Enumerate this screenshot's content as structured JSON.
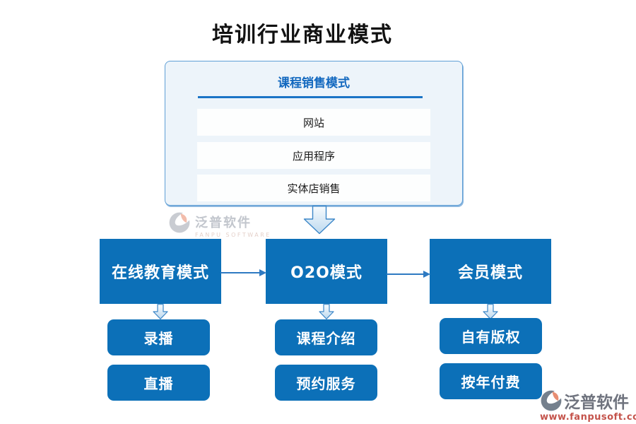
{
  "title": "培训行业商业模式",
  "top_panel": {
    "header": "课程销售模式",
    "items": [
      "网站",
      "应用程序",
      "实体店销售"
    ]
  },
  "flow_nodes": [
    {
      "label": "在线教育模式",
      "children": [
        "录播",
        "直播"
      ]
    },
    {
      "label": "O2O模式",
      "children": [
        "课程介绍",
        "预约服务"
      ]
    },
    {
      "label": "会员模式",
      "children": [
        "自有版权",
        "按年付费"
      ]
    }
  ],
  "watermark_center": {
    "brand": "泛普软件",
    "tagline": "FANPU SOFTWARE"
  },
  "watermark_corner": {
    "brand": "泛普软件",
    "url": "www.fanpusoft.com"
  },
  "icons": {
    "down_arrow_big": "block-down-arrow",
    "down_arrow_small": "block-down-arrow",
    "right_arrow": "line-right-arrow",
    "logo": "fanpu-crescent-leaf-logo"
  },
  "colors": {
    "node_blue": "#0c70b8",
    "panel_bg": "#edf4fa",
    "panel_border": "#5f9fd6",
    "header_blue": "#1268bf",
    "divider_blue": "#1b74c6",
    "arrow_border": "#3d87c8",
    "arrow_fill_top": "#f7fbfe",
    "arrow_fill_bottom": "#bdd9ef",
    "connector_blue": "#2e7ac2",
    "watermark_gray": "#c2c6cd",
    "watermark_leaf": "#f2bcab",
    "corner_logo_gray": "#75808d",
    "corner_leaf": "#e78d72",
    "corner_text": "#6f737e",
    "corner_url": "#c4534b",
    "title_black": "#111111"
  }
}
